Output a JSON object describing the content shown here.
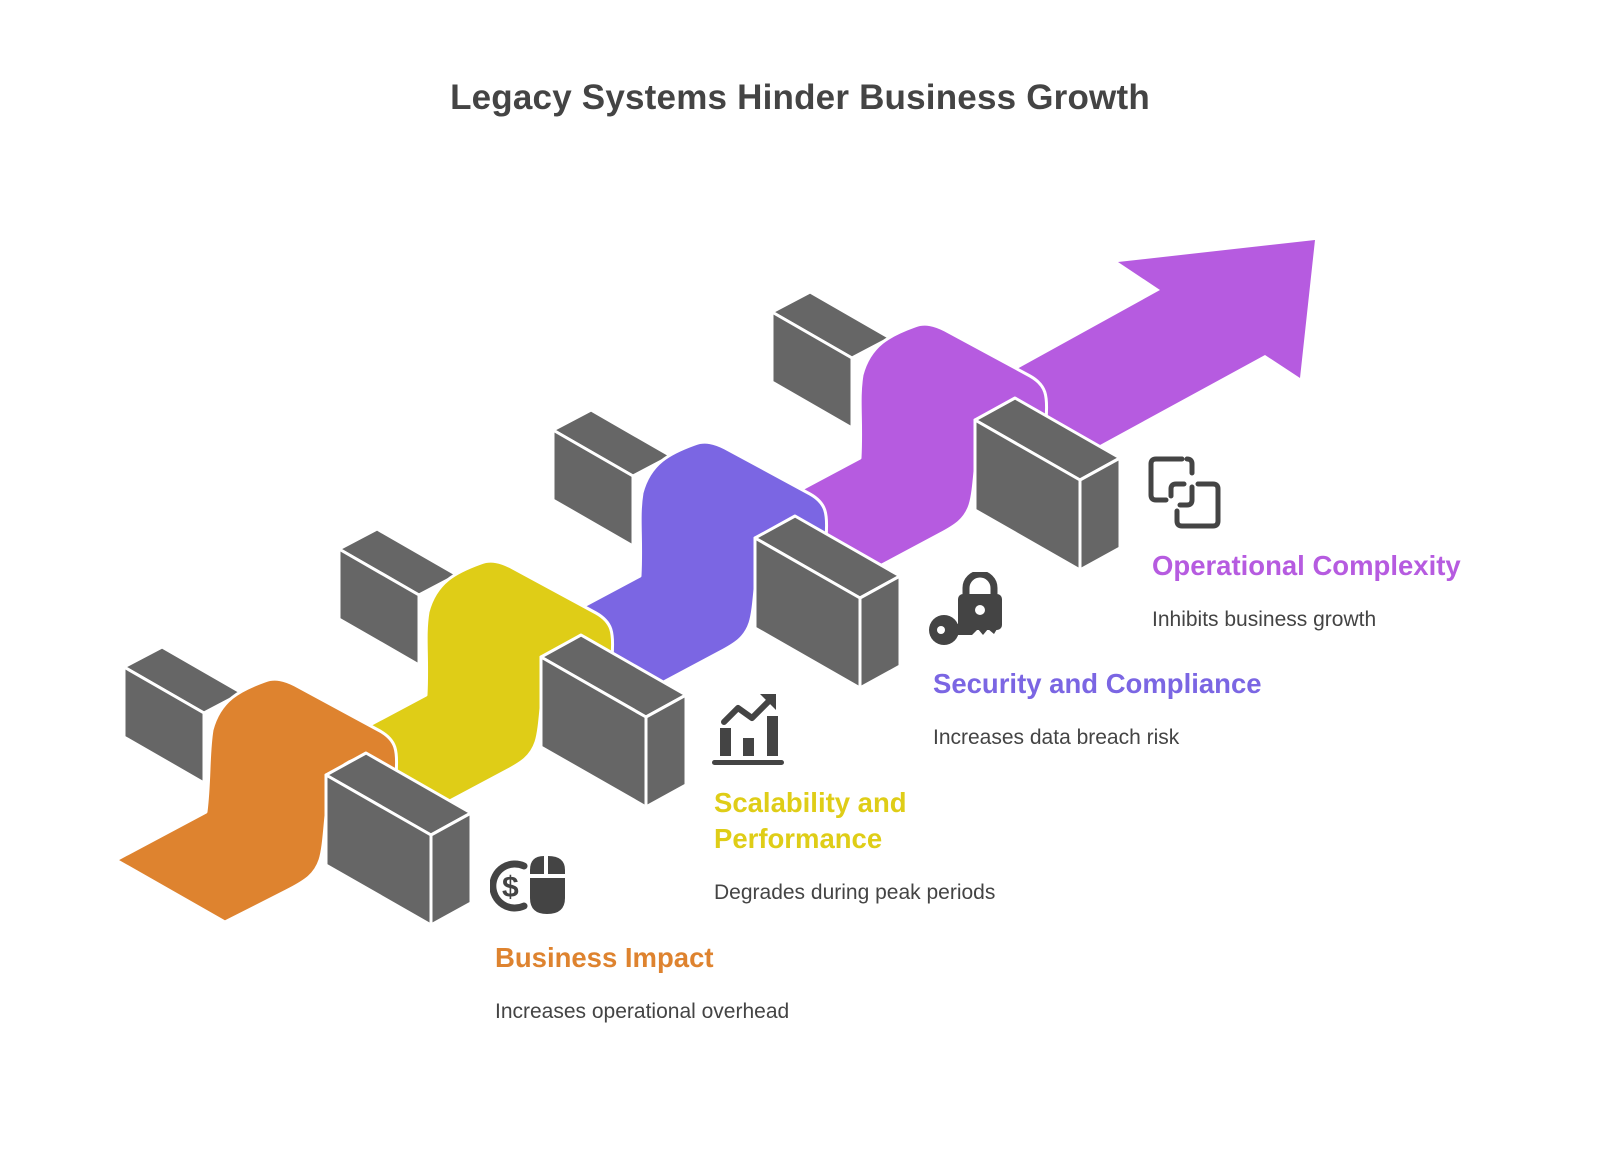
{
  "title": "Legacy Systems Hinder Business Growth",
  "steps": [
    {
      "heading": "Business Impact",
      "description": "Increases operational overhead",
      "color": "#DE832F",
      "icon": "dollar-mouse-icon"
    },
    {
      "heading_line1": "Scalability and",
      "heading_line2": "Performance",
      "description": "Degrades during peak periods",
      "color": "#DFCD17",
      "icon": "growth-chart-icon"
    },
    {
      "heading": "Security and Compliance",
      "description": "Increases data breach risk",
      "color": "#7B66E3",
      "icon": "lock-key-icon"
    },
    {
      "heading": "Operational Complexity",
      "description": "Inhibits business growth",
      "color": "#B65BE0",
      "icon": "overlapping-squares-icon"
    }
  ],
  "colors": {
    "block": "#666666",
    "text": "#444444"
  }
}
